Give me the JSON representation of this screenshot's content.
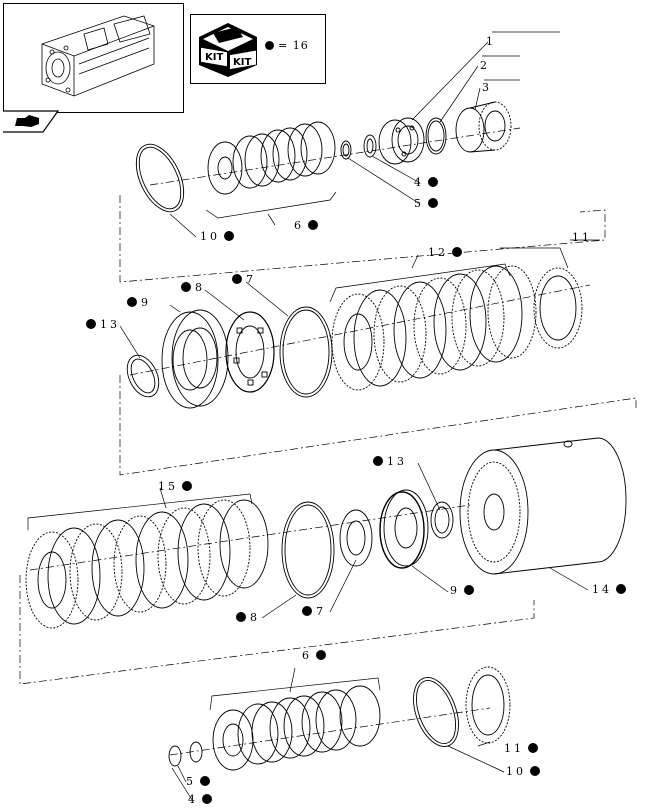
{
  "kit": {
    "badge_text_1": "KIT",
    "badge_text_2": "KIT",
    "quantity_label": "= 16"
  },
  "callouts": [
    {
      "number": "1",
      "kit": false
    },
    {
      "number": "2",
      "kit": false
    },
    {
      "number": "3",
      "kit": false
    },
    {
      "number": "4",
      "kit": true
    },
    {
      "number": "5",
      "kit": true
    },
    {
      "number": "6",
      "kit": true
    },
    {
      "number": "10",
      "kit": true
    },
    {
      "number": "11",
      "kit": false
    },
    {
      "number": "12",
      "kit": true
    },
    {
      "number": "7",
      "kit": true
    },
    {
      "number": "8",
      "kit": true
    },
    {
      "number": "9",
      "kit": true
    },
    {
      "number": "13",
      "kit": true
    },
    {
      "number": "13",
      "kit": true
    },
    {
      "number": "15",
      "kit": true
    },
    {
      "number": "8",
      "kit": true
    },
    {
      "number": "7",
      "kit": true
    },
    {
      "number": "9",
      "kit": true
    },
    {
      "number": "14",
      "kit": true
    },
    {
      "number": "6",
      "kit": true
    },
    {
      "number": "11",
      "kit": true
    },
    {
      "number": "10",
      "kit": true
    },
    {
      "number": "5",
      "kit": true
    },
    {
      "number": "4",
      "kit": true
    }
  ],
  "colors": {
    "line": "#000000",
    "background": "#ffffff",
    "kit_marker": "#000000"
  },
  "icons": [
    "transmission-housing-icon",
    "kit-box-icon",
    "kit-dot-icon",
    "hand-pointer-icon"
  ]
}
